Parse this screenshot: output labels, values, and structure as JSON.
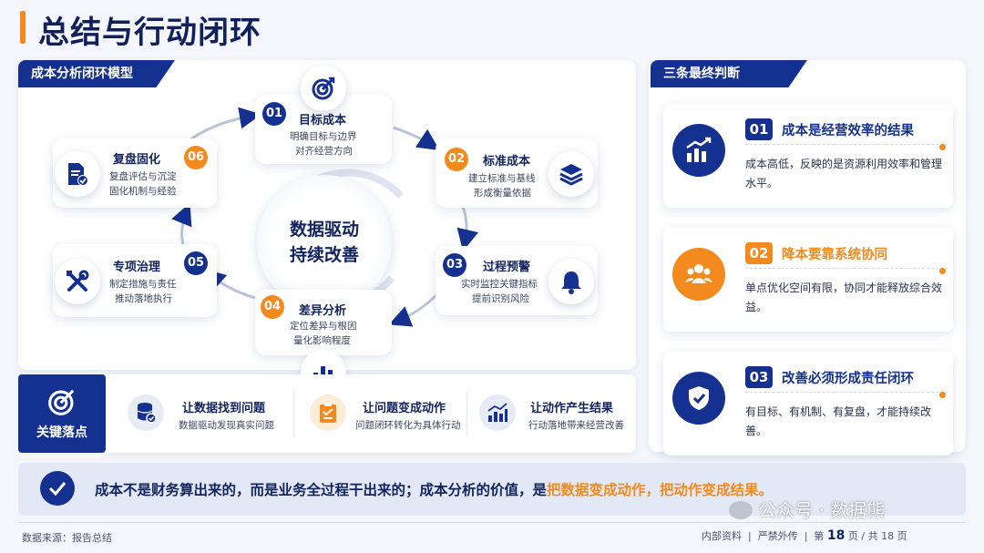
{
  "title": "总结与行动闭环",
  "left_section": {
    "tag": "成本分析闭环模型",
    "center": {
      "line1": "数据驱动",
      "line2": "持续改善"
    },
    "nodes": [
      {
        "num": "01",
        "title": "目标成本",
        "desc1": "明确目标与边界",
        "desc2": "对齐经营方向",
        "icon": "target-icon"
      },
      {
        "num": "02",
        "title": "标准成本",
        "desc1": "建立标准与基线",
        "desc2": "形成衡量依据",
        "icon": "layers-icon"
      },
      {
        "num": "03",
        "title": "过程预警",
        "desc1": "实时监控关键指标",
        "desc2": "提前识别风险",
        "icon": "bell-icon"
      },
      {
        "num": "04",
        "title": "差异分析",
        "desc1": "定位差异与根因",
        "desc2": "量化影响程度",
        "icon": "bar-chart-icon"
      },
      {
        "num": "05",
        "title": "专项治理",
        "desc1": "制定措施与责任",
        "desc2": "推动落地执行",
        "icon": "tools-icon"
      },
      {
        "num": "06",
        "title": "复盘固化",
        "desc1": "复盘评估与沉淀",
        "desc2": "固化机制与经验",
        "icon": "document-check-icon"
      }
    ]
  },
  "key_points": {
    "label": "关键落点",
    "items": [
      {
        "title": "让数据找到问题",
        "desc": "数据驱动发现真实问题",
        "icon": "database-icon"
      },
      {
        "title": "让问题变成动作",
        "desc": "问题闭环转化为具体行动",
        "icon": "clipboard-icon"
      },
      {
        "title": "让动作产生结果",
        "desc": "行动落地带来经营改善",
        "icon": "growth-chart-icon"
      }
    ]
  },
  "right_section": {
    "tag": "三条最终判断",
    "items": [
      {
        "num": "01",
        "title": "成本是经营效率的结果",
        "desc": "成本高低，反映的是资源利用效率和管理水平。",
        "color": "#14318f",
        "icon": "trend-up-icon"
      },
      {
        "num": "02",
        "title": "降本要靠系统协同",
        "desc": "单点优化空间有限，协同才能释放综合效益。",
        "color": "#f28a1e",
        "icon": "team-icon"
      },
      {
        "num": "03",
        "title": "改善必须形成责任闭环",
        "desc": "有目标、有机制、有复盘，才能持续改善。",
        "color": "#14318f",
        "icon": "shield-check-icon"
      }
    ]
  },
  "banner": {
    "text_plain": "成本不是财务算出来的，而是业务全过程干出来的；成本分析的价值，是",
    "text_highlight": "把数据变成动作，把动作变成结果。"
  },
  "watermark": "公众号 · 数据熊",
  "footer": {
    "source": "数据来源：报告总结",
    "internal": "内部资料",
    "no_share": "严禁外传",
    "page_prefix": "第",
    "page_current": "18",
    "page_mid": "页 / 共",
    "page_total": "18",
    "page_suffix": "页"
  },
  "colors": {
    "navy": "#14318f",
    "orange": "#f28a1e"
  }
}
